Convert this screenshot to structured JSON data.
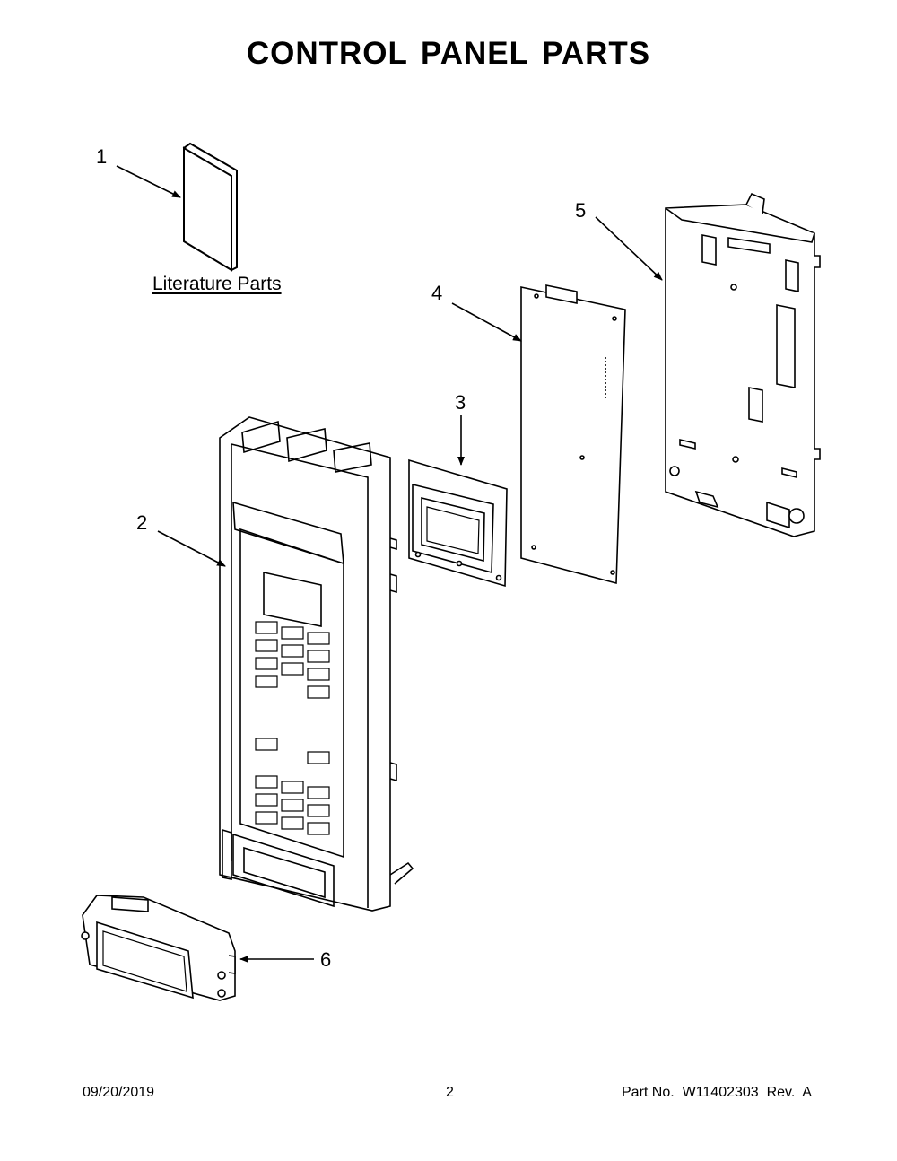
{
  "title": "CONTROL PANEL PARTS",
  "literature_label": "Literature Parts",
  "callouts": [
    "1",
    "2",
    "3",
    "4",
    "5",
    "6"
  ],
  "footer": {
    "date": "09/20/2019",
    "page": "2",
    "part_no": "Part No.  W11402303  Rev.  A"
  }
}
